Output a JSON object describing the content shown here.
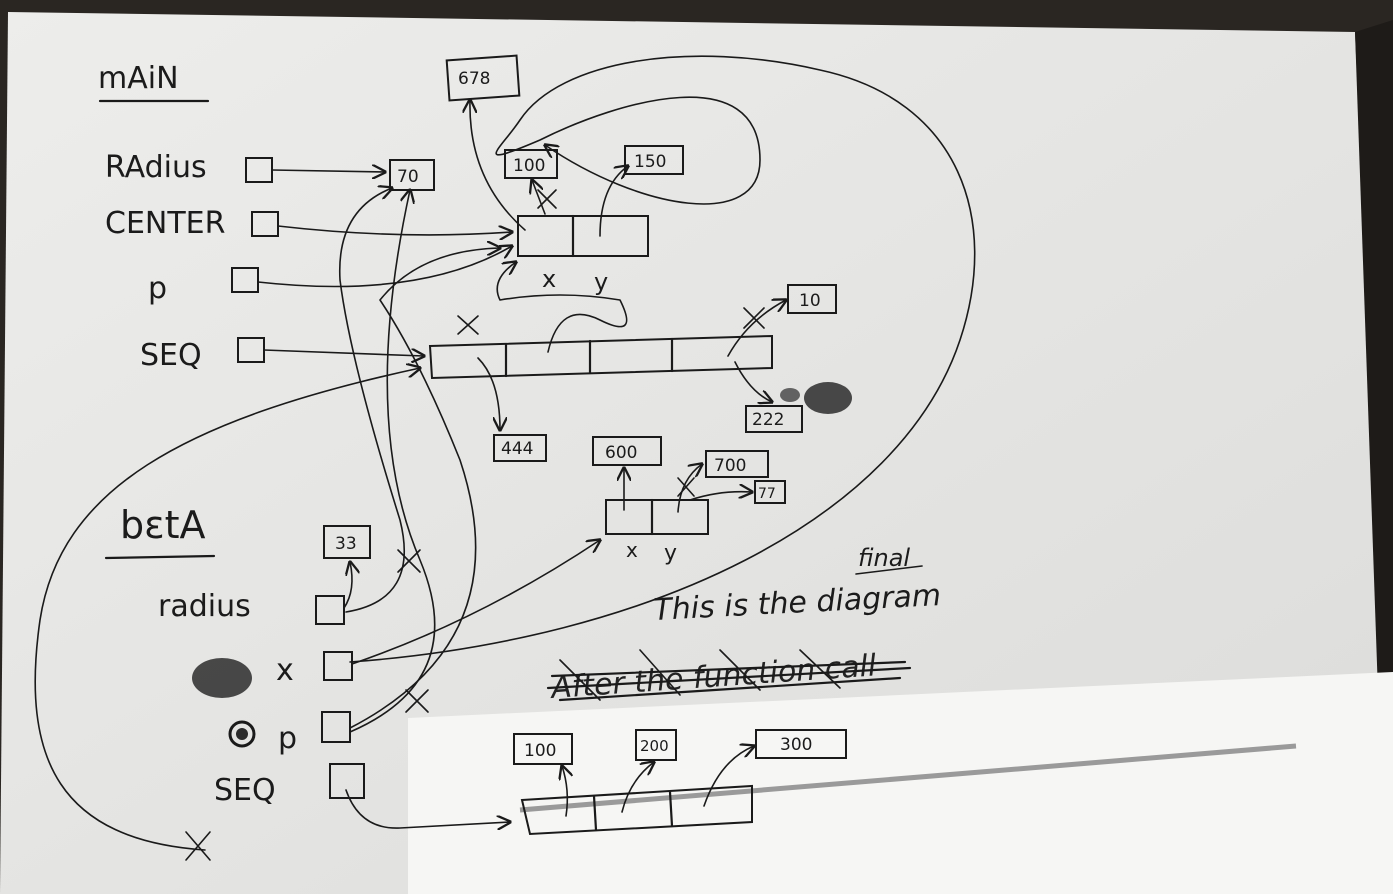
{
  "main": {
    "heading": "mAiN",
    "vars": {
      "radius": "RAdius",
      "center": "CENTER",
      "p": "p",
      "seq": "SEQ"
    },
    "values": {
      "v678": "678",
      "v70": "70",
      "v100": "100",
      "v150": "150",
      "v10": "10",
      "v222": "222",
      "v444": "444",
      "v600": "600",
      "v700": "700",
      "v77": "77"
    },
    "point_fields": {
      "x": "x",
      "y": "y"
    }
  },
  "beta": {
    "heading": "bεtA",
    "vars": {
      "radius": "radius",
      "x": "x",
      "p": "p",
      "seq": "SEQ"
    },
    "values": {
      "v33": "33"
    },
    "point_fields": {
      "x": "x",
      "y": "y"
    }
  },
  "note": {
    "line1": "This is the diagram",
    "line1_insert": "final",
    "crossed_out": "After the function call"
  },
  "overlay": {
    "values": {
      "v100": "100",
      "v200": "200",
      "v300": "300"
    }
  },
  "colors": {
    "paper": "#e9e9e6",
    "overlay_paper": "#f6f6f4",
    "ink": "#1a1a1a",
    "background": "#2a2622"
  }
}
